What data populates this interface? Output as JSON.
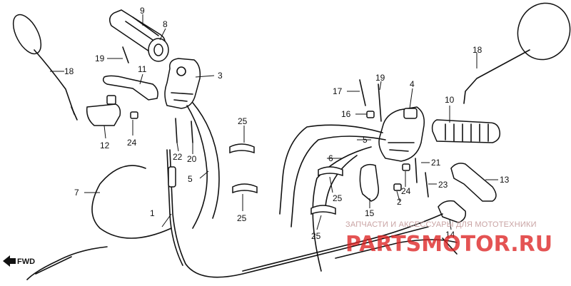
{
  "diagram": {
    "callouts": [
      {
        "id": "1",
        "label": "1"
      },
      {
        "id": "2",
        "label": "2"
      },
      {
        "id": "3",
        "label": "3"
      },
      {
        "id": "4",
        "label": "4"
      },
      {
        "id": "5a",
        "label": "5"
      },
      {
        "id": "5b",
        "label": "5"
      },
      {
        "id": "6",
        "label": "6"
      },
      {
        "id": "7",
        "label": "7"
      },
      {
        "id": "8",
        "label": "8"
      },
      {
        "id": "9",
        "label": "9"
      },
      {
        "id": "10",
        "label": "10"
      },
      {
        "id": "11",
        "label": "11"
      },
      {
        "id": "12",
        "label": "12"
      },
      {
        "id": "13",
        "label": "13"
      },
      {
        "id": "14",
        "label": "14"
      },
      {
        "id": "15",
        "label": "15"
      },
      {
        "id": "16",
        "label": "16"
      },
      {
        "id": "17",
        "label": "17"
      },
      {
        "id": "18a",
        "label": "18"
      },
      {
        "id": "18b",
        "label": "18"
      },
      {
        "id": "19a",
        "label": "19"
      },
      {
        "id": "19b",
        "label": "19"
      },
      {
        "id": "20",
        "label": "20"
      },
      {
        "id": "21",
        "label": "21"
      },
      {
        "id": "22",
        "label": "22"
      },
      {
        "id": "23",
        "label": "23"
      },
      {
        "id": "24a",
        "label": "24"
      },
      {
        "id": "24b",
        "label": "24"
      },
      {
        "id": "25a",
        "label": "25"
      },
      {
        "id": "25b",
        "label": "25"
      },
      {
        "id": "25c",
        "label": "25"
      },
      {
        "id": "25d",
        "label": "25"
      }
    ],
    "direction_label": "FWD"
  },
  "watermark": {
    "text": "ЗАПЧАСТИ И АКСЕССУАРЫ ДЛЯ МОТОТЕХНИКИ",
    "logo": "PARTSMOTOR.RU",
    "color": "#dd2222"
  }
}
